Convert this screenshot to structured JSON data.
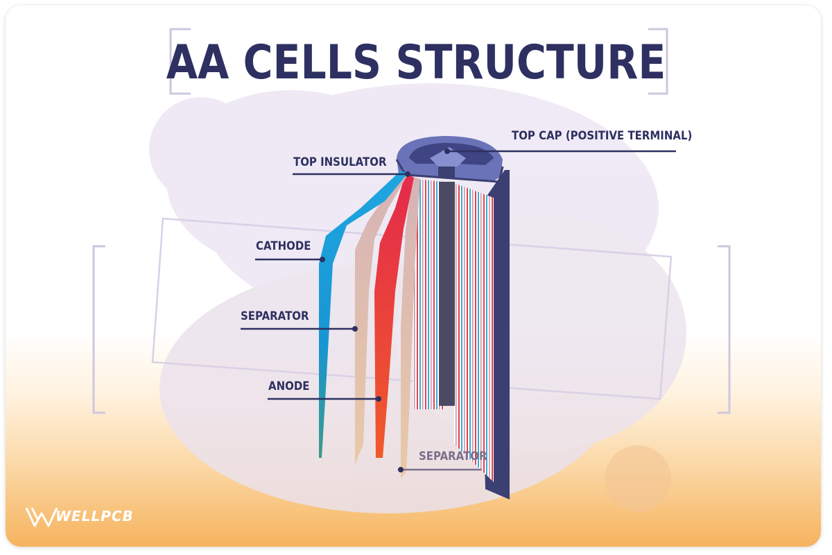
{
  "title": "AA CELLS STRUCTURE",
  "labels": {
    "top_cap": "TOP CAP (POSITIVE TERMINAL)",
    "top_insulator": "TOP INSULATOR",
    "cathode": "CATHODE",
    "separator_1": "SEPARATOR",
    "anode": "ANODE",
    "separator_2": "SEPARATOR"
  },
  "logo": {
    "text": "WELLPCB"
  },
  "colors": {
    "title": "#2e3061",
    "cathode": "#1aa0dd",
    "anode": "#e8283f",
    "separator": "#d8b7b7",
    "casing": "#3b3f72",
    "background_bottom": "#f6b35e"
  }
}
